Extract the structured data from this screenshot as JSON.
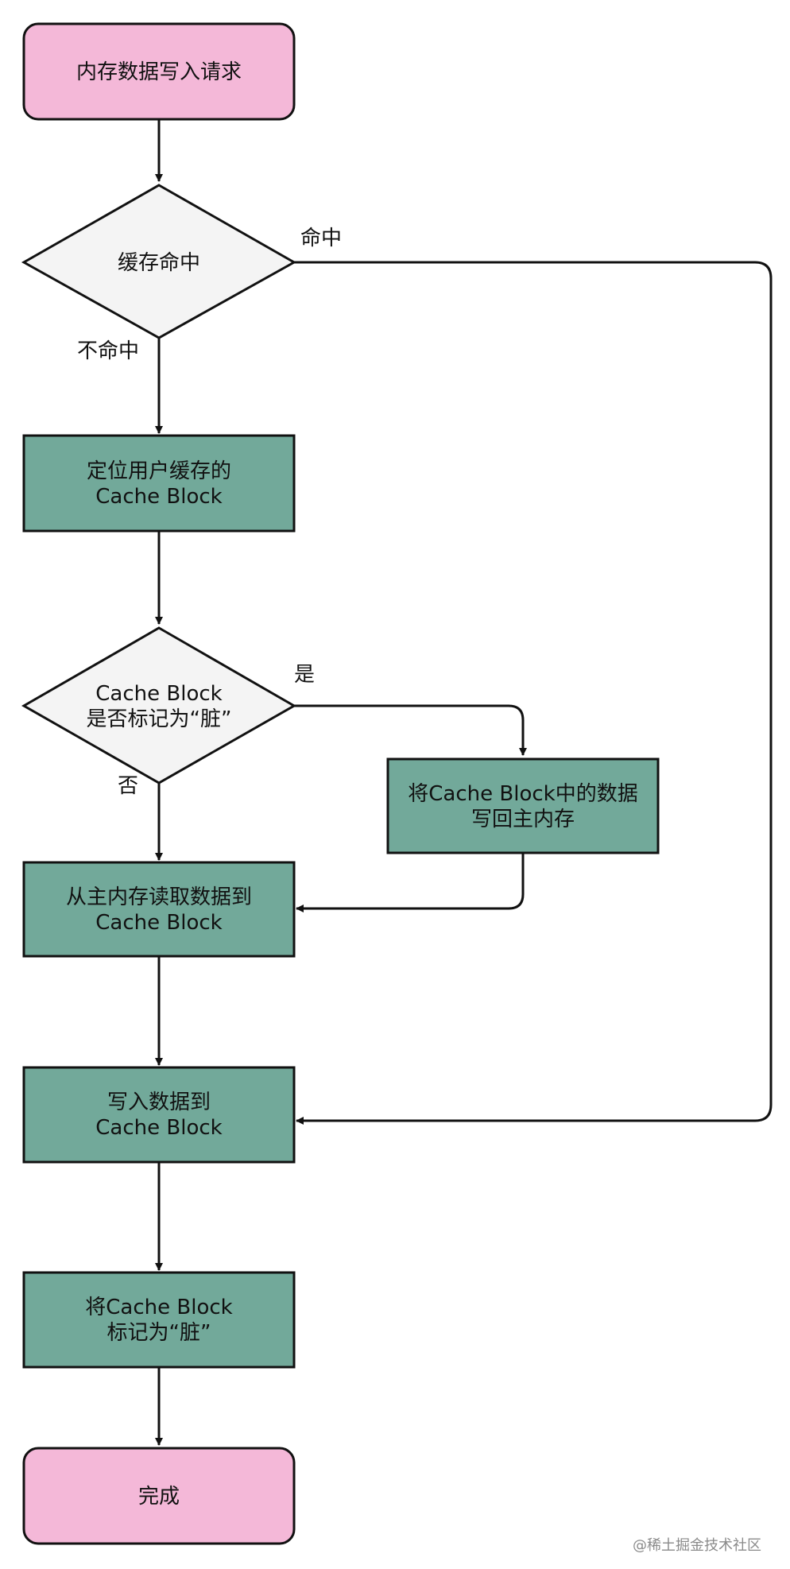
{
  "colors": {
    "terminal_fill": "#f4b8d8",
    "process_fill": "#72a99a",
    "decision_fill": "#f4f4f4",
    "stroke": "#111111",
    "watermark": "#8a8a8a"
  },
  "nodes": {
    "start": {
      "lines": [
        "内存数据写入请求"
      ]
    },
    "cache_hit_decision": {
      "lines": [
        "缓存命中"
      ]
    },
    "locate_block": {
      "lines": [
        "定位用户缓存的",
        "Cache Block"
      ]
    },
    "dirty_decision": {
      "lines": [
        "Cache Block",
        "是否标记为“脏”"
      ]
    },
    "write_back": {
      "lines": [
        "将Cache Block中的数据",
        "写回主内存"
      ]
    },
    "read_memory": {
      "lines": [
        "从主内存读取数据到",
        "Cache Block"
      ]
    },
    "write_data": {
      "lines": [
        "写入数据到",
        "Cache Block"
      ]
    },
    "mark_dirty": {
      "lines": [
        "将Cache Block",
        "标记为“脏”"
      ]
    },
    "done": {
      "lines": [
        "完成"
      ]
    }
  },
  "edge_labels": {
    "hit": "命中",
    "miss": "不命中",
    "yes": "是",
    "no": "否"
  },
  "watermark": "@稀土掘金技术社区"
}
